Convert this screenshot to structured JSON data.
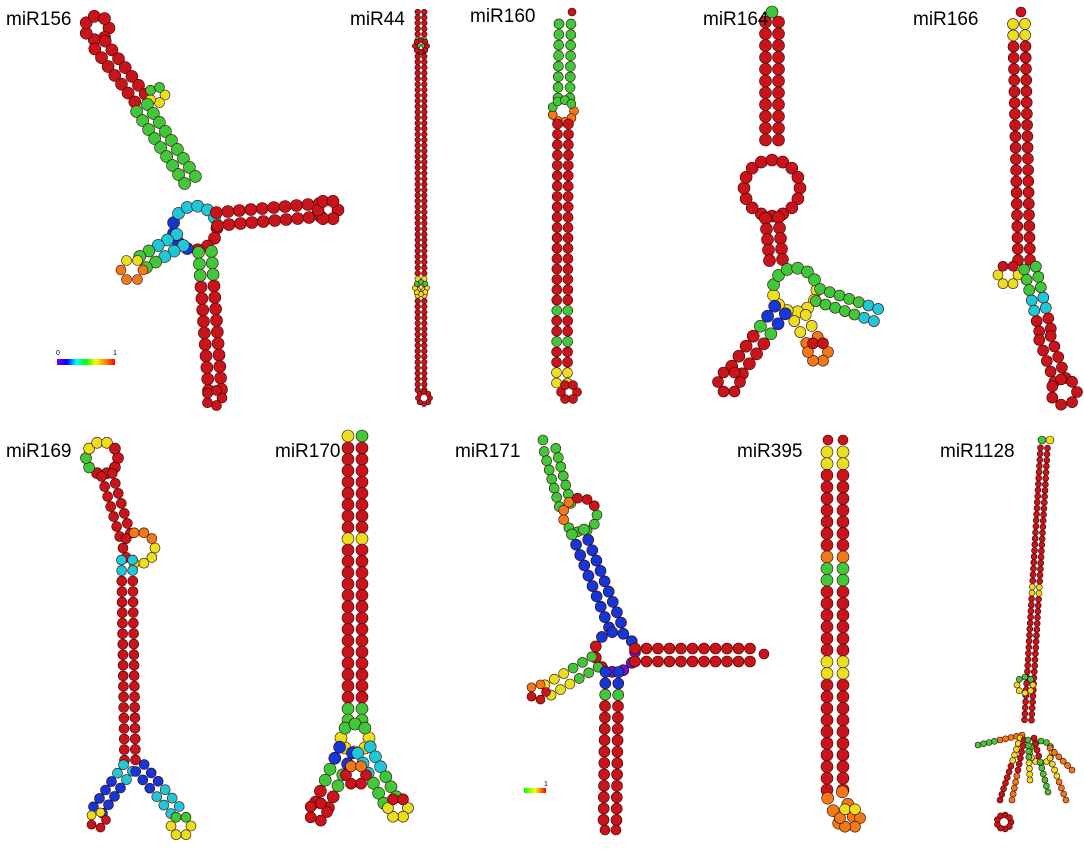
{
  "panels": [
    {
      "id": "p1",
      "label": "miR156"
    },
    {
      "id": "p2",
      "label": "miR44"
    },
    {
      "id": "p3",
      "label": "miR160"
    },
    {
      "id": "p4",
      "label": "miR164"
    },
    {
      "id": "p5",
      "label": "miR166"
    },
    {
      "id": "p6",
      "label": "miR169"
    },
    {
      "id": "p7",
      "label": "miR170"
    },
    {
      "id": "p8",
      "label": "miR171"
    },
    {
      "id": "p9",
      "label": "miR395"
    },
    {
      "id": "p10",
      "label": "miR1128"
    }
  ],
  "scale_bars": [
    {
      "id": "s1",
      "min_label": "0",
      "max_label": "1",
      "gradient": [
        "#7b00ff",
        "#0000ff",
        "#00ffff",
        "#00ff00",
        "#ffff00",
        "#ff8800",
        "#ff0000"
      ]
    },
    {
      "id": "s2",
      "min_label": "",
      "max_label": "1",
      "gradient": [
        "#00ff00",
        "#ffff00",
        "#ff0000"
      ]
    }
  ],
  "colors": {
    "red": "#c8141a",
    "orange": "#f07a1a",
    "yellow": "#e8e01e",
    "green": "#3ec83a",
    "cyan": "#1ec8d8",
    "blue": "#1438d8",
    "purple": "#6a18c8"
  }
}
